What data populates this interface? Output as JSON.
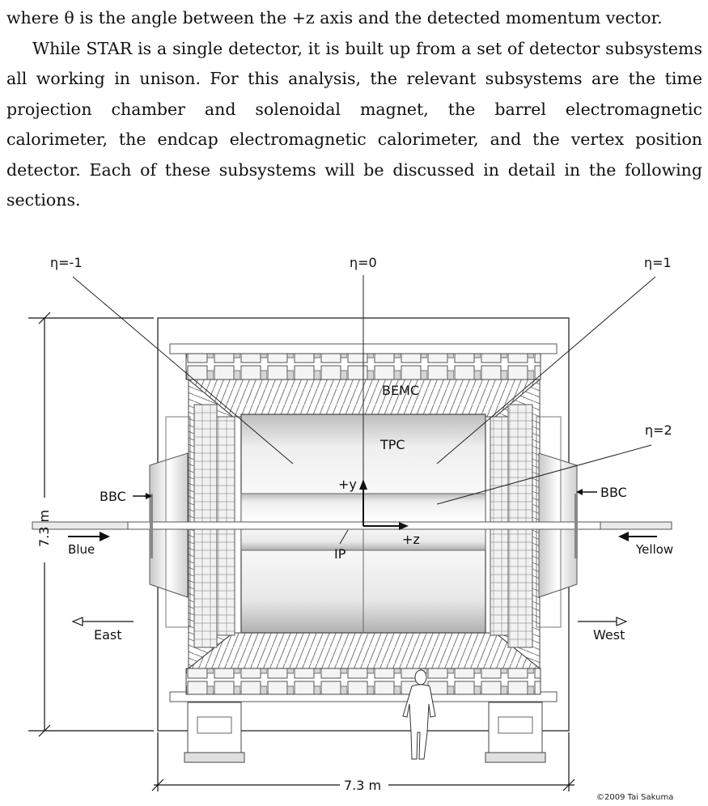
{
  "paragraphs": [
    "where θ is the angle between the +z axis and the detected momentum vector.",
    "While STAR is a single detector, it is built up from a set of detector subsystems all working in unison. For this analysis, the relevant subsystems are the time projection chamber and solenoidal magnet, the barrel electromagnetic calorimeter, the endcap electromagnetic calorimeter, and the vertex position detector. Each of these subsystems will be discussed in detail in the following sections."
  ],
  "figure": {
    "labels": {
      "eta_m1": "η=-1",
      "eta_0": "η=0",
      "eta_1": "η=1",
      "eta_2": "η=2",
      "bemc": "BEMC",
      "tpc": "TPC",
      "plus_y": "+y",
      "plus_z": "+z",
      "ip": "IP",
      "bbc_left": "BBC",
      "bbc_right": "BBC",
      "blue": "Blue",
      "yellow": "Yellow",
      "east": "East",
      "west": "West",
      "height_dim": "7.3 m",
      "width_dim": "7.3 m",
      "credit": "©2009 Tai Sakuma"
    }
  }
}
